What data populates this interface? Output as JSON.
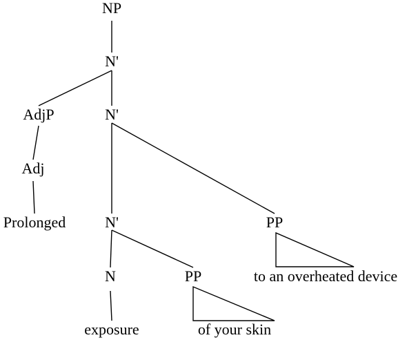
{
  "tree": {
    "nodes": [
      {
        "id": "np",
        "label": "NP"
      },
      {
        "id": "nbar1",
        "label": "N'"
      },
      {
        "id": "adjp",
        "label": "AdjP"
      },
      {
        "id": "nbar2",
        "label": "N'"
      },
      {
        "id": "adj",
        "label": "Adj"
      },
      {
        "id": "word-prolonged",
        "label": "Prolonged"
      },
      {
        "id": "nbar3",
        "label": "N'"
      },
      {
        "id": "pp-device",
        "label": "PP"
      },
      {
        "id": "n",
        "label": "N"
      },
      {
        "id": "pp-skin",
        "label": "PP"
      },
      {
        "id": "word-device",
        "label": "to an overheated device"
      },
      {
        "id": "word-exposure",
        "label": "exposure"
      },
      {
        "id": "word-skin",
        "label": "of your skin"
      }
    ],
    "edges": [
      [
        "np",
        "nbar1"
      ],
      [
        "nbar1",
        "adjp"
      ],
      [
        "nbar1",
        "nbar2"
      ],
      [
        "adjp",
        "adj"
      ],
      [
        "adj",
        "word-prolonged"
      ],
      [
        "nbar2",
        "nbar3"
      ],
      [
        "nbar2",
        "pp-device"
      ],
      [
        "nbar3",
        "n"
      ],
      [
        "nbar3",
        "pp-skin"
      ],
      [
        "n",
        "word-exposure"
      ]
    ],
    "triangles": [
      {
        "parent": "pp-device",
        "leaf": "word-device"
      },
      {
        "parent": "pp-skin",
        "leaf": "word-skin"
      }
    ]
  }
}
